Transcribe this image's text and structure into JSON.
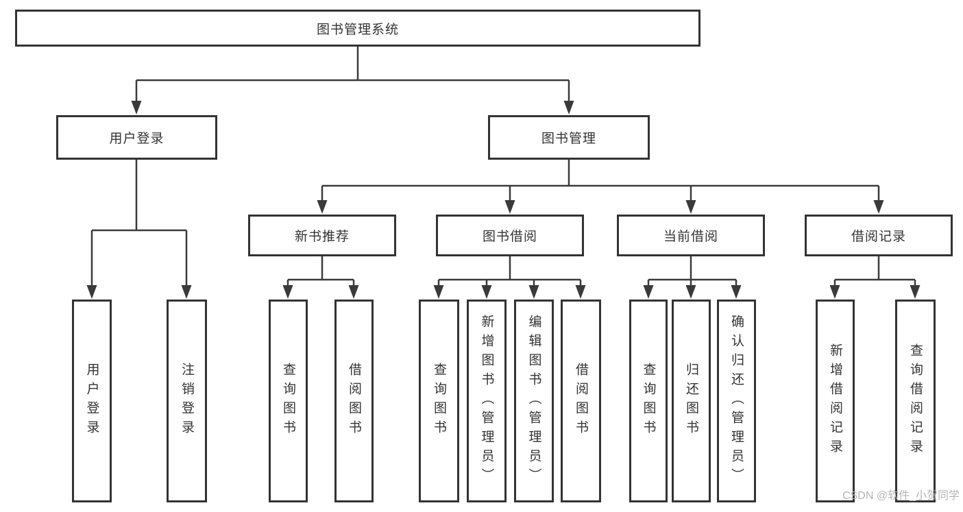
{
  "diagram": {
    "title": "图书管理系统",
    "root": {
      "label": "图书管理系统"
    },
    "level2": [
      {
        "label": "用户登录",
        "children": [
          {
            "label": "用户登录"
          },
          {
            "label": "注销登录"
          }
        ]
      },
      {
        "label": "图书管理",
        "children": [
          {
            "label": "新书推荐",
            "children": [
              {
                "label": "查询图书"
              },
              {
                "label": "借阅图书"
              }
            ]
          },
          {
            "label": "图书借阅",
            "children": [
              {
                "label": "查询图书"
              },
              {
                "label": "新增图书（管理员）"
              },
              {
                "label": "编辑图书（管理员）"
              },
              {
                "label": "借阅图书"
              }
            ]
          },
          {
            "label": "当前借阅",
            "children": [
              {
                "label": "查询图书"
              },
              {
                "label": "归还图书"
              },
              {
                "label": "确认归还（管理员）"
              }
            ]
          },
          {
            "label": "借阅记录",
            "children": [
              {
                "label": "新增借阅记录"
              },
              {
                "label": "查询借阅记录"
              }
            ]
          }
        ]
      }
    ]
  },
  "watermark": "CSDN @软件_小贺同学",
  "colors": {
    "line": "#3a3a3a",
    "box_border": "#333333",
    "text": "#333333",
    "background": "#ffffff",
    "watermark": "#b5b5b5"
  }
}
